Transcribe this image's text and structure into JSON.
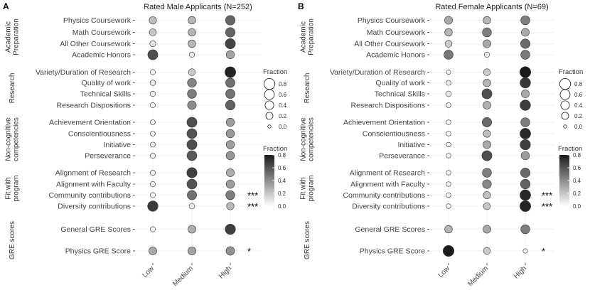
{
  "chart_data": [
    {
      "type": "scatter",
      "panel_letter": "A",
      "title": "Rated Male Applicants (N=252)",
      "x_categories": [
        "Low",
        "Medium",
        "High"
      ],
      "groups": [
        {
          "label_lines": [
            "Academic",
            "Preparation"
          ],
          "rows": [
            {
              "label": "Physics Coursework",
              "fraction": [
                0.22,
                0.25,
                0.53
              ],
              "shade": [
                0.22,
                0.25,
                0.53
              ],
              "sig": ""
            },
            {
              "label": "Math Coursework",
              "fraction": [
                0.2,
                0.26,
                0.54
              ],
              "shade": [
                0.2,
                0.26,
                0.54
              ],
              "sig": ""
            },
            {
              "label": "All Other Coursework",
              "fraction": [
                0.1,
                0.25,
                0.65
              ],
              "shade": [
                0.1,
                0.25,
                0.65
              ],
              "sig": ""
            },
            {
              "label": "Academic Honors",
              "fraction": [
                0.62,
                0.06,
                0.32
              ],
              "shade": [
                0.62,
                0.06,
                0.32
              ],
              "sig": ""
            }
          ]
        },
        {
          "label_lines": [
            "Research"
          ],
          "rows": [
            {
              "label": "Variety/Duration of Research",
              "fraction": [
                0.05,
                0.18,
                0.77
              ],
              "shade": [
                0.05,
                0.18,
                0.77
              ],
              "sig": ""
            },
            {
              "label": "Quality of work",
              "fraction": [
                0.07,
                0.43,
                0.5
              ],
              "shade": [
                0.07,
                0.43,
                0.5
              ],
              "sig": ""
            },
            {
              "label": "Technical Skills",
              "fraction": [
                0.06,
                0.45,
                0.49
              ],
              "shade": [
                0.06,
                0.45,
                0.49
              ],
              "sig": ""
            },
            {
              "label": "Research Dispositions",
              "fraction": [
                0.05,
                0.4,
                0.55
              ],
              "shade": [
                0.05,
                0.4,
                0.55
              ],
              "sig": ""
            }
          ]
        },
        {
          "label_lines": [
            "Non-cognitive",
            "competencies"
          ],
          "rows": [
            {
              "label": "Achievement Orientation",
              "fraction": [
                0.04,
                0.62,
                0.34
              ],
              "shade": [
                0.04,
                0.62,
                0.34
              ],
              "sig": ""
            },
            {
              "label": "Conscientiousness",
              "fraction": [
                0.04,
                0.6,
                0.36
              ],
              "shade": [
                0.04,
                0.6,
                0.36
              ],
              "sig": ""
            },
            {
              "label": "Initiative",
              "fraction": [
                0.04,
                0.62,
                0.34
              ],
              "shade": [
                0.04,
                0.62,
                0.34
              ],
              "sig": ""
            },
            {
              "label": "Perseverance",
              "fraction": [
                0.05,
                0.58,
                0.37
              ],
              "shade": [
                0.05,
                0.58,
                0.37
              ],
              "sig": ""
            }
          ]
        },
        {
          "label_lines": [
            "Fit with",
            "program"
          ],
          "rows": [
            {
              "label": "Alignment of Research",
              "fraction": [
                0.05,
                0.66,
                0.29
              ],
              "shade": [
                0.05,
                0.66,
                0.29
              ],
              "sig": ""
            },
            {
              "label": "Alignment with Faculty",
              "fraction": [
                0.05,
                0.6,
                0.35
              ],
              "shade": [
                0.05,
                0.6,
                0.35
              ],
              "sig": ""
            },
            {
              "label": "Community contributions",
              "fraction": [
                0.05,
                0.5,
                0.45
              ],
              "shade": [
                0.05,
                0.5,
                0.45
              ],
              "sig": "***"
            },
            {
              "label": "Diversity contributions",
              "fraction": [
                0.68,
                0.08,
                0.24
              ],
              "shade": [
                0.68,
                0.08,
                0.24
              ],
              "sig": "***"
            }
          ]
        },
        {
          "label_lines": [
            "GRE scores"
          ],
          "rows": [
            {
              "label": "General GRE Scores",
              "fraction": [
                0.05,
                0.28,
                0.67
              ],
              "shade": [
                0.05,
                0.28,
                0.67
              ],
              "sig": ""
            },
            {
              "label": "Physics GRE Score",
              "fraction": [
                0.3,
                0.32,
                0.38
              ],
              "shade": [
                0.3,
                0.32,
                0.38
              ],
              "sig": "*"
            }
          ]
        }
      ]
    },
    {
      "type": "scatter",
      "panel_letter": "B",
      "title": "Rated Female Applicants (N=69)",
      "x_categories": [
        "Low",
        "Medium",
        "High"
      ],
      "groups": [
        {
          "label_lines": [
            "Academic",
            "Preparation"
          ],
          "rows": [
            {
              "label": "Physics Coursework",
              "fraction": [
                0.3,
                0.25,
                0.45
              ],
              "shade": [
                0.3,
                0.25,
                0.45
              ],
              "sig": ""
            },
            {
              "label": "Math Coursework",
              "fraction": [
                0.25,
                0.45,
                0.3
              ],
              "shade": [
                0.25,
                0.45,
                0.3
              ],
              "sig": ""
            },
            {
              "label": "All Other Coursework",
              "fraction": [
                0.18,
                0.3,
                0.52
              ],
              "shade": [
                0.18,
                0.3,
                0.52
              ],
              "sig": ""
            },
            {
              "label": "Academic Honors",
              "fraction": [
                0.48,
                0.06,
                0.46
              ],
              "shade": [
                0.48,
                0.06,
                0.46
              ],
              "sig": ""
            }
          ]
        },
        {
          "label_lines": [
            "Research"
          ],
          "rows": [
            {
              "label": "Variety/Duration of Research",
              "fraction": [
                0.02,
                0.18,
                0.8
              ],
              "shade": [
                0.02,
                0.18,
                0.8
              ],
              "sig": ""
            },
            {
              "label": "Quality of work",
              "fraction": [
                0.04,
                0.26,
                0.7
              ],
              "shade": [
                0.04,
                0.26,
                0.7
              ],
              "sig": ""
            },
            {
              "label": "Technical Skills",
              "fraction": [
                0.08,
                0.62,
                0.3
              ],
              "shade": [
                0.08,
                0.62,
                0.3
              ],
              "sig": ""
            },
            {
              "label": "Research Dispositions",
              "fraction": [
                0.04,
                0.28,
                0.68
              ],
              "shade": [
                0.04,
                0.28,
                0.68
              ],
              "sig": ""
            }
          ]
        },
        {
          "label_lines": [
            "Non-cognitive",
            "competencies"
          ],
          "rows": [
            {
              "label": "Achievement Orientation",
              "fraction": [
                0.03,
                0.52,
                0.45
              ],
              "shade": [
                0.03,
                0.52,
                0.45
              ],
              "sig": ""
            },
            {
              "label": "Conscientiousness",
              "fraction": [
                0.03,
                0.22,
                0.75
              ],
              "shade": [
                0.03,
                0.22,
                0.75
              ],
              "sig": ""
            },
            {
              "label": "Initiative",
              "fraction": [
                0.03,
                0.3,
                0.67
              ],
              "shade": [
                0.03,
                0.3,
                0.67
              ],
              "sig": ""
            },
            {
              "label": "Perseverance",
              "fraction": [
                0.03,
                0.62,
                0.35
              ],
              "shade": [
                0.03,
                0.62,
                0.35
              ],
              "sig": ""
            }
          ]
        },
        {
          "label_lines": [
            "Fit with",
            "program"
          ],
          "rows": [
            {
              "label": "Alignment of Research",
              "fraction": [
                0.03,
                0.45,
                0.52
              ],
              "shade": [
                0.03,
                0.45,
                0.52
              ],
              "sig": ""
            },
            {
              "label": "Alignment with Faculty",
              "fraction": [
                0.03,
                0.42,
                0.55
              ],
              "shade": [
                0.03,
                0.42,
                0.55
              ],
              "sig": ""
            },
            {
              "label": "Community contributions",
              "fraction": [
                0.03,
                0.22,
                0.75
              ],
              "shade": [
                0.03,
                0.22,
                0.75
              ],
              "sig": "***"
            },
            {
              "label": "Diversity contributions",
              "fraction": [
                0.03,
                0.2,
                0.77
              ],
              "shade": [
                0.03,
                0.2,
                0.77
              ],
              "sig": "***"
            }
          ]
        },
        {
          "label_lines": [
            "GRE scores"
          ],
          "rows": [
            {
              "label": "General GRE Scores",
              "fraction": [
                0.25,
                0.3,
                0.45
              ],
              "shade": [
                0.25,
                0.3,
                0.45
              ],
              "sig": ""
            },
            {
              "label": "Physics GRE Score",
              "fraction": [
                0.8,
                0.18,
                0.02
              ],
              "shade": [
                0.8,
                0.18,
                0.02
              ],
              "sig": "*"
            }
          ]
        }
      ]
    }
  ],
  "legend": {
    "size_title": "Fraction",
    "size_values": [
      "0.8",
      "0.6",
      "0.4",
      "0.2",
      "0.0"
    ],
    "color_title": "Fraction",
    "color_ticks": [
      "0.8",
      "0.6",
      "0.4",
      "0.2",
      "0.0"
    ],
    "color_range": [
      0.0,
      0.8
    ],
    "color_low": "#ffffff",
    "color_high": "#1a1a1a"
  },
  "colors": {
    "grid": "#ebebeb",
    "marker_stroke": "#333333",
    "text": "#333333"
  }
}
